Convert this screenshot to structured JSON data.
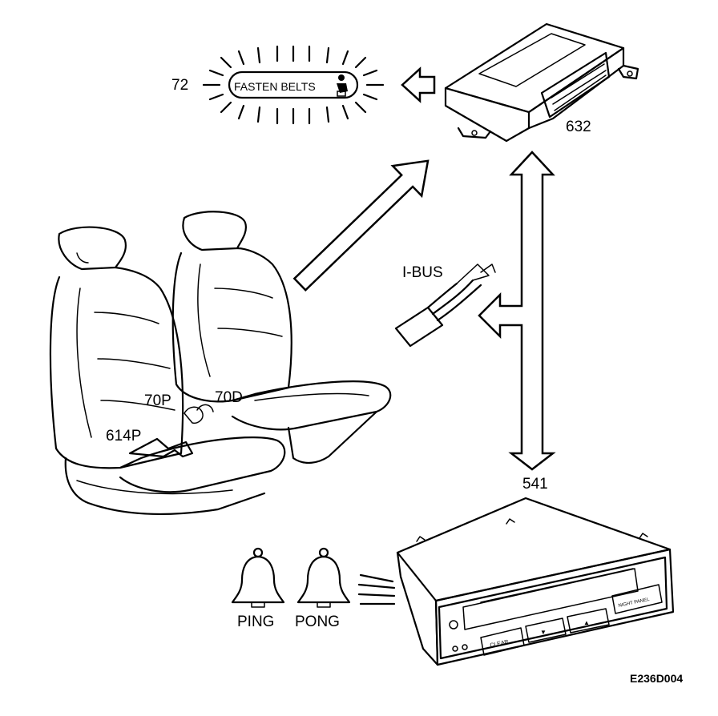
{
  "labels": {
    "lamp_number": "72",
    "lamp_text": "FASTEN BELTS",
    "module_number": "632",
    "bus_label": "I-BUS",
    "seat_passenger_switch": "70P",
    "seat_driver_switch": "70D",
    "seat_sensor": "614P",
    "display_number": "541",
    "chime_1": "PING",
    "chime_2": "PONG",
    "figure_code": "E236D004"
  },
  "display_buttons": {
    "clear": "CLEAR",
    "down": "▼",
    "up": "▲",
    "night": "NIGHT PANEL"
  },
  "colors": {
    "line": "#000000",
    "background": "#ffffff"
  }
}
